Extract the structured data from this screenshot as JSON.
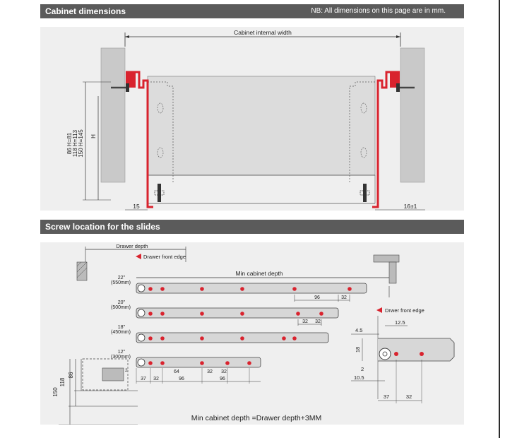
{
  "section1": {
    "title": "Cabinet dimensions",
    "note": "NB: All dimensions on this page are in mm.",
    "labels": {
      "cabinet_internal_width": "Cabinet internal width",
      "h_86": "86 H=81",
      "h_118": "118 H=113",
      "h_150": "150 H=145",
      "h": "H",
      "dim_15": "15",
      "dim_16": "16±1"
    }
  },
  "section2": {
    "title": "Screw location for the slides",
    "labels": {
      "drawer_depth": "Drawer depth",
      "drawer_front_edge": "Drawer front edge",
      "min_cabinet_depth": "Min cabinet depth",
      "formula": "Min cabinet depth =Drawer depth+3MM"
    },
    "slides": [
      {
        "size": "22\"",
        "mm": "(550mm)"
      },
      {
        "size": "20\"",
        "mm": "(500mm)"
      },
      {
        "size": "18\"",
        "mm": "(450mm)"
      },
      {
        "size": "12\"",
        "mm": "(300mm)"
      }
    ],
    "dims": {
      "d96a": "96",
      "d32a": "32",
      "d32b": "32",
      "d32c": "32",
      "d37": "37",
      "d32d": "32",
      "d96b": "96",
      "d64": "64",
      "d32e": "32",
      "d32f": "32",
      "d96c": "96",
      "d150": "150",
      "d118": "118",
      "d86": "86",
      "d2a": "2"
    },
    "detail": {
      "front_edge": "Drwer front edge",
      "d4_5": "4.5",
      "d12_5": "12.5",
      "d18": "18",
      "d2": "2",
      "d10_5": "10.5",
      "d37": "37",
      "d32": "32"
    }
  },
  "colors": {
    "red": "#d9232e",
    "bar": "#5b5b5b",
    "panel": "#efefef"
  }
}
